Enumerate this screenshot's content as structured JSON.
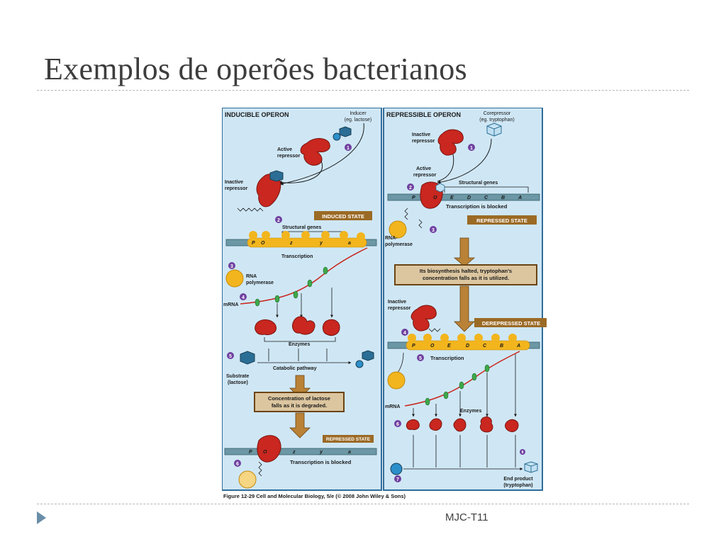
{
  "slide": {
    "title": "Exemplos de operões bacterianos",
    "footer": "MJC-T11"
  },
  "colors": {
    "panel_bg": "#cfe7f5",
    "panel_border": "#2f6c9a",
    "dna": "#6c97a5",
    "repressor": "#c9271f",
    "polymerase": "#f2b51d",
    "state_badge": "#9b6a25",
    "step_circle": "#7040a0"
  },
  "figure": {
    "caption": "Figure 12-29  Cell and Molecular Biology, 5/e (© 2008 John Wiley & Sons)",
    "inducible": {
      "heading": "INDUCIBLE OPERON",
      "inducer": [
        "Inducer",
        "(eg. lactose)"
      ],
      "active_repressor": [
        "Active",
        "repressor"
      ],
      "inactive_repressor": [
        "Inactive",
        "repressor"
      ],
      "induced_state": "INDUCED STATE",
      "structural_genes": "Structural genes",
      "genes": [
        "P",
        "O",
        "z",
        "y",
        "a"
      ],
      "transcription": "Transcription",
      "rna_polymerase": [
        "RNA",
        "polymerase"
      ],
      "mrna": "mRNA",
      "enzymes": "Enzymes",
      "substrate": [
        "Substrate",
        "(lactose)"
      ],
      "catabolic_pathway": "Catabolic pathway",
      "concentration_note": [
        "Concentration of lactose",
        "falls as it is degraded."
      ],
      "repressed_state": "REPRESSED STATE",
      "transcription_blocked": "Transcription is blocked",
      "steps": [
        "1",
        "2",
        "3",
        "4",
        "5",
        "6"
      ]
    },
    "repressible": {
      "heading": "REPRESSIBLE OPERON",
      "corepressor": [
        "Corepressor",
        "(eg. tryptophan)"
      ],
      "inactive_repressor": [
        "Inactive",
        "repressor"
      ],
      "active_repressor": [
        "Active",
        "repressor"
      ],
      "structural_genes": "Structural genes",
      "genes": [
        "P",
        "O",
        "E",
        "D",
        "C",
        "B",
        "A"
      ],
      "transcription_blocked": "Transcription is blocked",
      "repressed_state": "REPRESSED STATE",
      "rna_polymerase": [
        "RNA-",
        "polymerase"
      ],
      "biosynthesis_note": [
        "Its biosynthesis halted, tryptophan's",
        "concentration falls as it is utilized."
      ],
      "inactive_repressor_2": [
        "Inactive",
        "repressor"
      ],
      "derepressed_state": "DEREPRESSED STATE",
      "transcription": "Transcription",
      "mrna": "mRNA",
      "enzymes": "Enzymes",
      "end_product": [
        "End product",
        "(tryptophan)"
      ],
      "steps": [
        "1",
        "2",
        "3",
        "4",
        "5",
        "6",
        "7",
        "8"
      ]
    }
  }
}
